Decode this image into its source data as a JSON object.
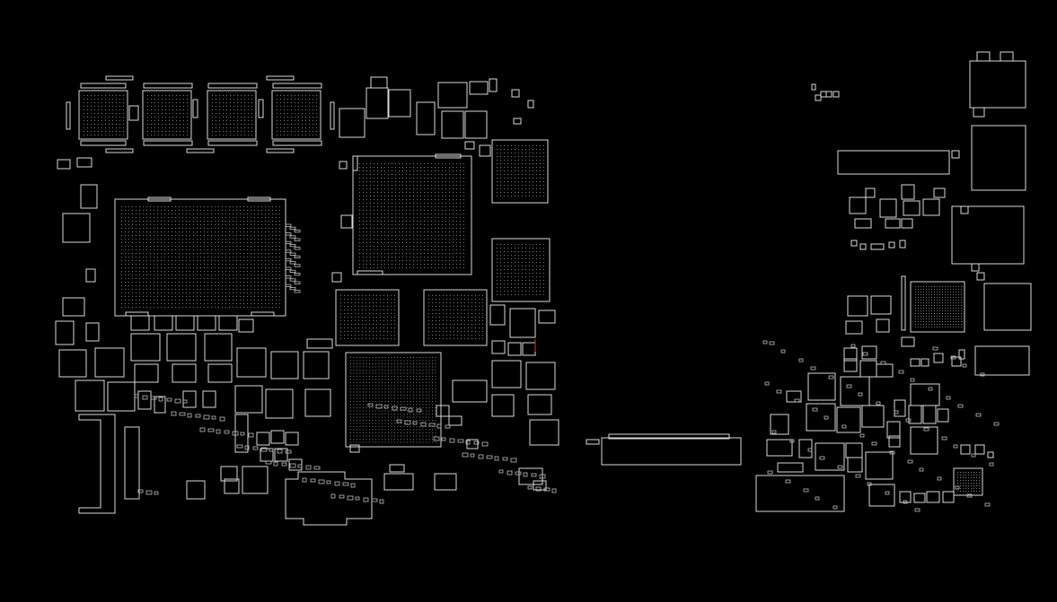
{
  "colors": {
    "background": "#000000",
    "outline": "#d8d8d8",
    "ball": "#9a9a9a",
    "highlight": "#c0393b"
  },
  "view": {
    "type": "pcb-boardview",
    "layers": [
      "component-outlines",
      "bga-ball-grids",
      "connector-footprints"
    ]
  }
}
